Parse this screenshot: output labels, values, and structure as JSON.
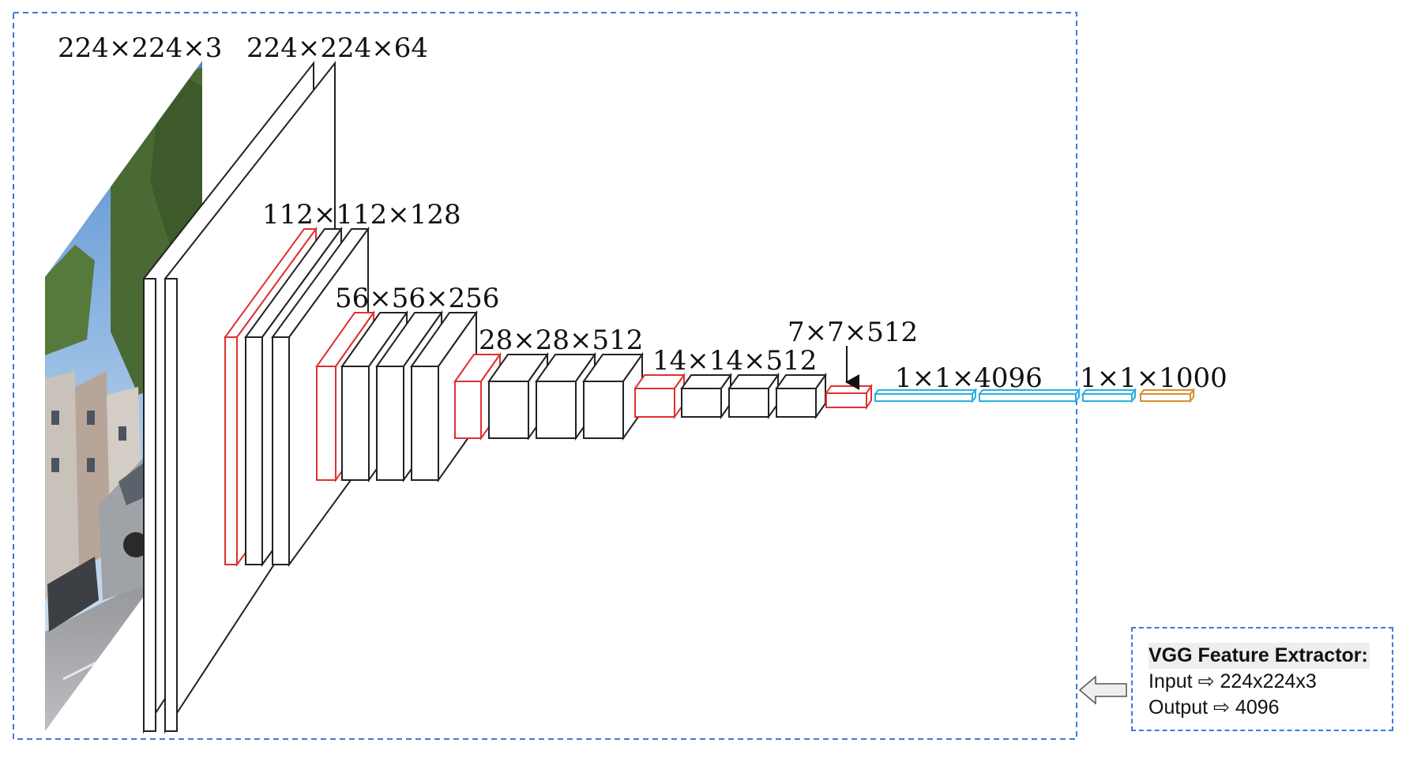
{
  "layer_labels": [
    "224×224×3",
    "224×224×64",
    "112×112×128",
    "56×56×256",
    "28×28×512",
    "14×14×512",
    "7×7×512",
    "1×1×4096",
    "1×1×1000"
  ],
  "info_box": {
    "title": "VGG Feature Extractor:",
    "input_label": "Input",
    "input_value": "224x224x3",
    "output_label": "Output",
    "output_value": "4096",
    "arrow_glyph": "⇨"
  },
  "colors": {
    "conv": "#222222",
    "pool": "#e03030",
    "fc": "#2ab0e0",
    "softmax": "#d89030",
    "frame": "#3a7bde",
    "sky": "#7aaedc",
    "tree": "#4a6a34"
  },
  "icons": [
    "left-block-arrow-icon"
  ]
}
